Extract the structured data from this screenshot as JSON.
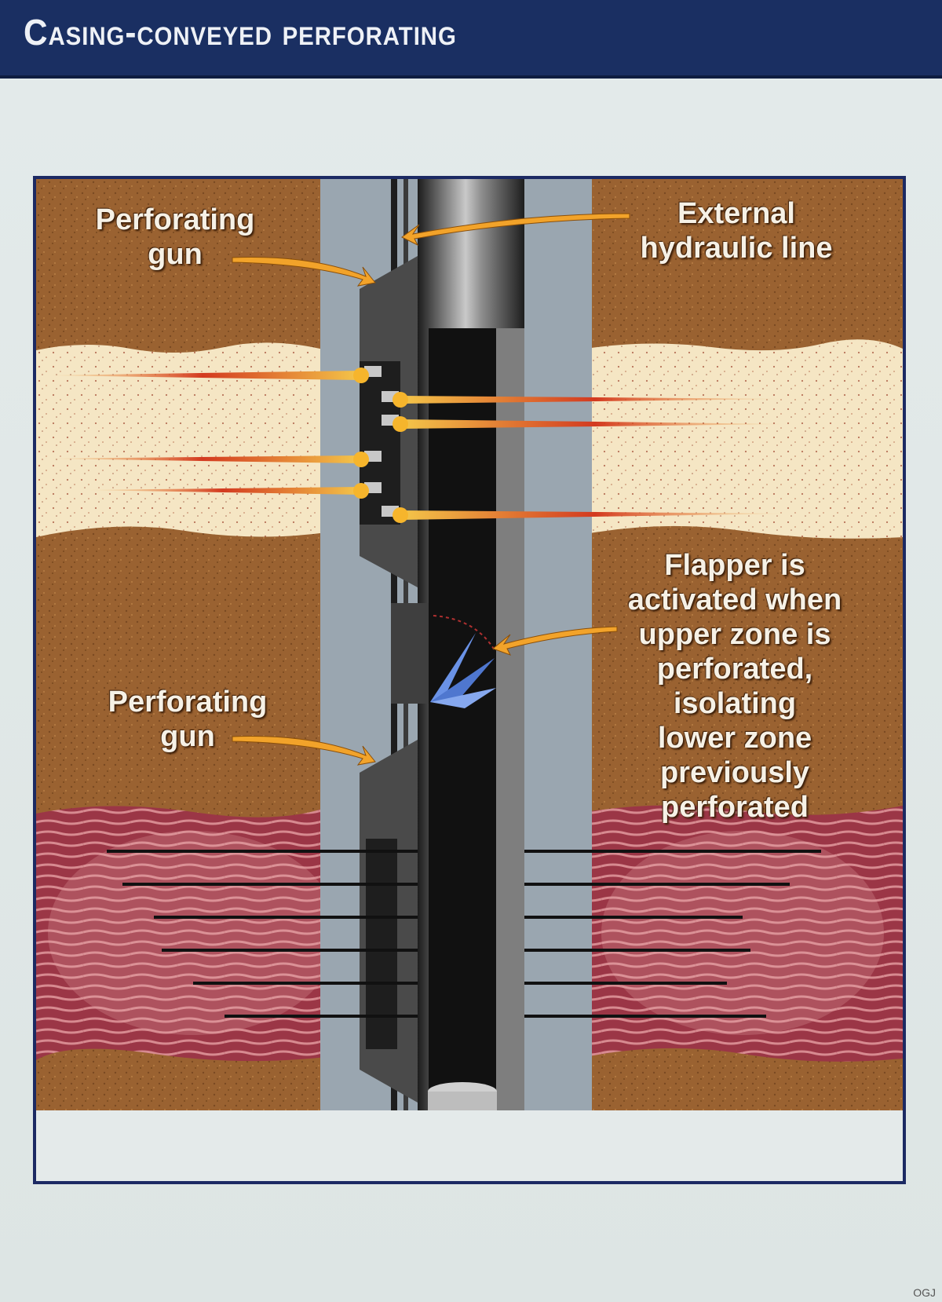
{
  "header": {
    "title": "Casing-conveyed perforating"
  },
  "labels": {
    "upper_gun": "Perforating\ngun",
    "hydraulic_line": "External\nhydraulic line",
    "lower_gun": "Perforating\ngun",
    "flapper": "Flapper is\nactivated when\nupper zone is\nperforated,\nisolating\nlower zone\npreviously\nperforated"
  },
  "footer": {
    "corner_mark": "OGJ"
  },
  "colors": {
    "header_bg": "#1a2f62",
    "formation_brown": "#9a6231",
    "sand_zone": "#f5e6c4",
    "lower_zone": "#9b3646",
    "cement": "#9aa6b0",
    "perforation_jet": "#e8891a",
    "flapper": "#5d86d8"
  }
}
